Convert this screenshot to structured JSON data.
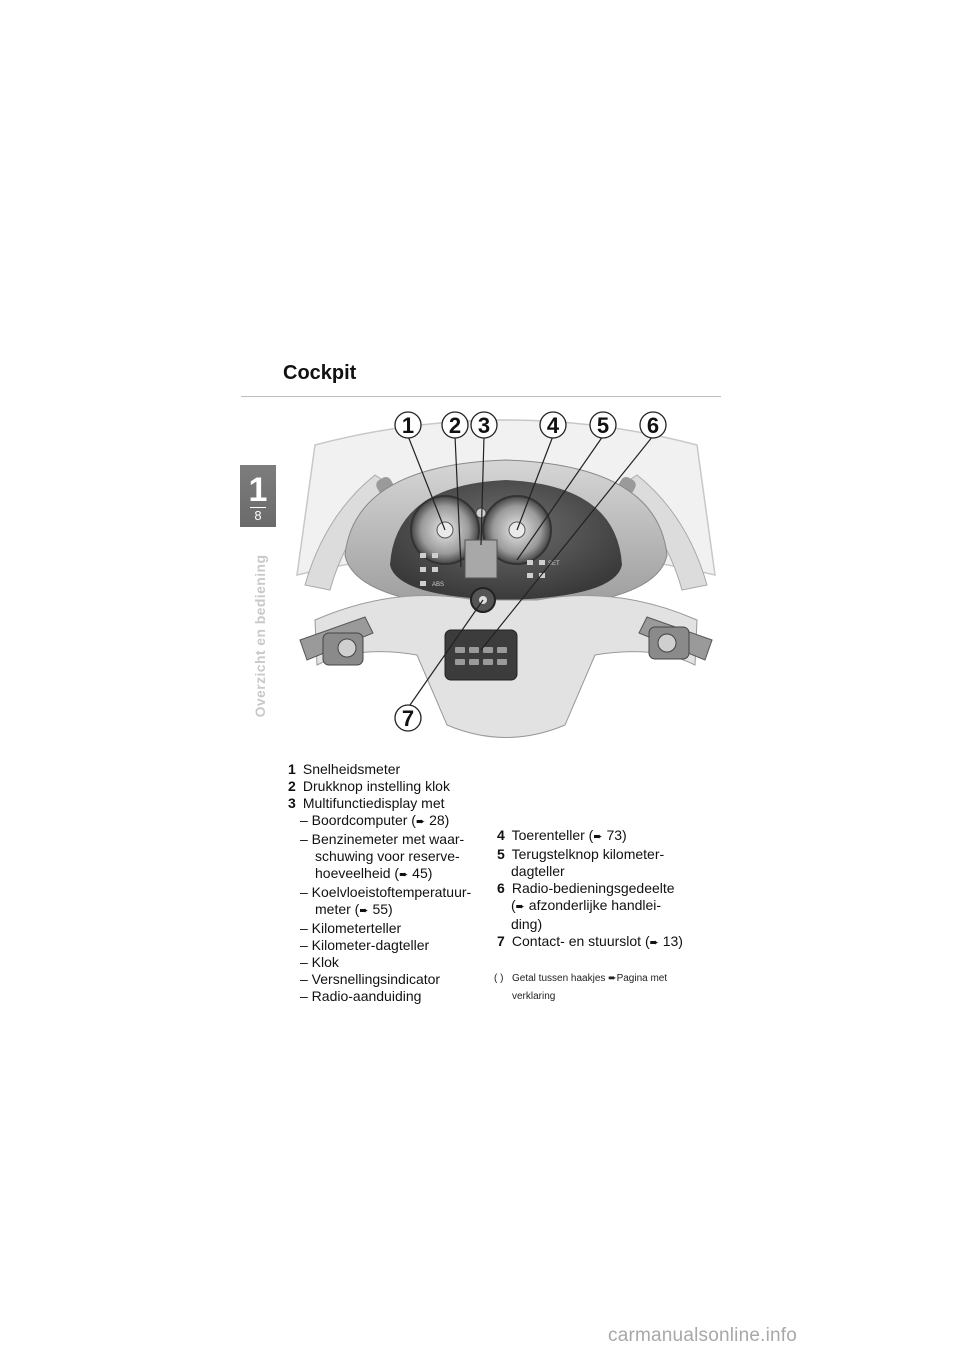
{
  "sidebar": {
    "chapter_number": "1",
    "page_number": "8",
    "section_name": "Overzicht en bediening"
  },
  "page_title": "Cockpit",
  "illustration": {
    "callouts": [
      "1",
      "2",
      "3",
      "4",
      "5",
      "6",
      "7"
    ],
    "display_label": "SET",
    "abs_label": "ABS"
  },
  "legend_left": {
    "item1": {
      "num": "1",
      "text": "Snelheidsmeter"
    },
    "item2": {
      "num": "2",
      "text": "Drukknop instelling klok"
    },
    "item3": {
      "num": "3",
      "text": "Multifunctiedisplay met"
    },
    "sub1": "– Boordcomputer (",
    "sub1_ref": "28)",
    "sub2_a": "– Benzinemeter met waar-",
    "sub2_b": "schuwing voor reserve-",
    "sub2_c": "hoeveelheid (",
    "sub2_ref": "45)",
    "sub3_a": "– Koelvloeistoftemperatuur-",
    "sub3_b": "meter (",
    "sub3_ref": "55)",
    "sub4": "– Kilometerteller",
    "sub5": "– Kilometer-dagteller",
    "sub6": "– Klok",
    "sub7": "– Versnellingsindicator",
    "sub8": "– Radio-aanduiding"
  },
  "legend_right": {
    "item4": {
      "num": "4",
      "text": "Toerenteller (",
      "ref": "73)"
    },
    "item5": {
      "num": "5",
      "text_a": "Terugstelknop kilometer-",
      "text_b": "dagteller"
    },
    "item6": {
      "num": "6",
      "text_a": "Radio-bedieningsgedeelte",
      "text_b": "afzonderlijke handlei-",
      "text_c": "ding)"
    },
    "item7": {
      "num": "7",
      "text": "Contact- en stuurslot (",
      "ref": "13)"
    }
  },
  "footnote": {
    "paren": "( )",
    "text_a": "Getal tussen haakjes",
    "text_b": "Pagina met",
    "text_c": "verklaring"
  },
  "watermark": "carmanualsonline.info"
}
